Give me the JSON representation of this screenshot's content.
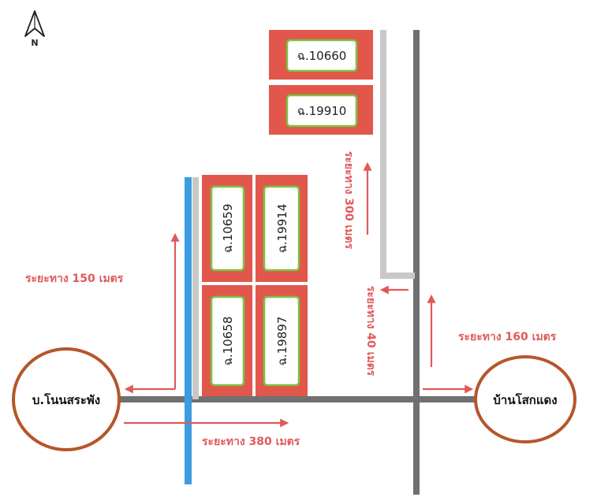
{
  "north_label": "N",
  "villages": {
    "left": "บ.โนนสระพัง",
    "right": "บ้านโสกแดง"
  },
  "parcels": [
    "ฉ.10660",
    "ฉ.19910",
    "ฉ.10659",
    "ฉ.19914",
    "ฉ.10658",
    "ฉ.19897"
  ],
  "distances": {
    "d150": "ระยะทาง 150 เมตร",
    "d380": "ระยะทาง 380 เมตร",
    "d160": "ระยะทาง 160 เมตร",
    "d300": "ระยะทาง 300 เมตร",
    "d40": "ระยะทาง 40 เมตร"
  },
  "colors": {
    "parcel_fill": "#e2574c",
    "parcel_border": "#7cc242",
    "road": "#707070",
    "access_road": "#c8c8c8",
    "canal": "#3d9be0",
    "village_ring": "#b5562c",
    "arrow": "#e05a5a"
  }
}
